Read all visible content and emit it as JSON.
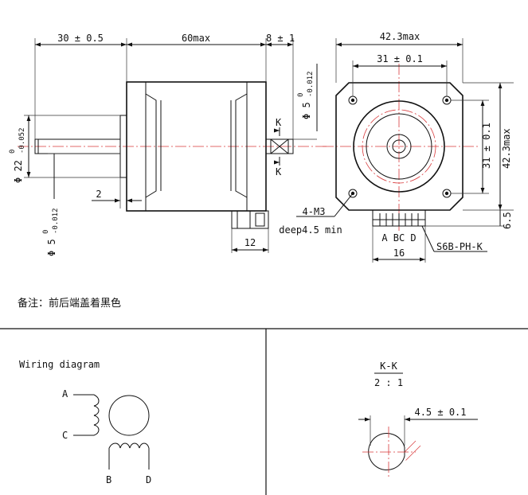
{
  "side_view": {
    "dim_front_length": "30 ± 0.5",
    "dim_body_length": "60max",
    "dim_rear_length": "8 ± 1",
    "dim_boss_dia_main": "Φ 22",
    "dim_boss_dia_upper": "0",
    "dim_boss_dia_lower": "-0.052",
    "dim_shaft_dia_main": "Φ 5",
    "dim_shaft_dia_upper": "0",
    "dim_shaft_dia_lower": "-0.012",
    "dim_boss_depth": "2",
    "dim_connector_width": "12",
    "section_mark_top": "K",
    "section_mark_bottom": "K"
  },
  "front_view": {
    "dim_rear_shaft_dia_main": "Φ 5",
    "dim_rear_shaft_dia_upper": "0",
    "dim_rear_shaft_dia_lower": "-0.012",
    "dim_flange_width": "42.3max",
    "dim_hole_pitch_h": "31 ± 0.1",
    "dim_hole_pitch_v": "31 ± 0.1",
    "dim_flange_height": "42.3max",
    "dim_connector_offset": "6.5",
    "dim_connector_width": "16",
    "hole_spec_line1": "4-M3",
    "hole_spec_line2": "deep4.5 min",
    "pin_labels": "A BC D",
    "connector_model": "S6B-PH-K"
  },
  "note": "备注：前后端盖着黑色",
  "wiring": {
    "title": "Wiring diagram",
    "label_a": "A",
    "label_b": "B",
    "label_c": "C",
    "label_d": "D"
  },
  "section": {
    "title": "K-K",
    "scale": "2 : 1",
    "dim_flat": "4.5 ± 0.1"
  },
  "colors": {
    "line": "#111111",
    "centerline": "#d8383a",
    "background": "#ffffff"
  }
}
